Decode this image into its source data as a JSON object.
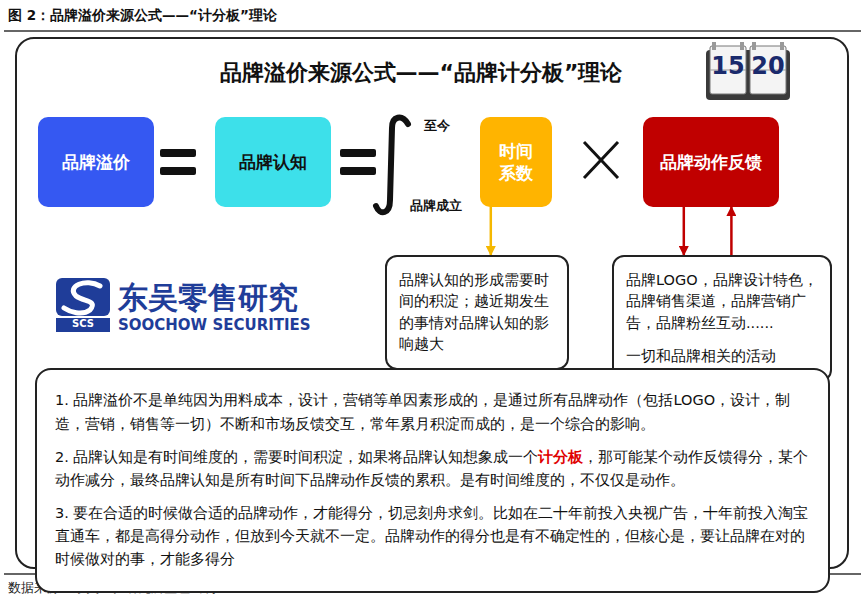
{
  "diagram": {
    "title": "品牌溢价来源公式——“品牌计分板”理论",
    "caption": "图 2：品牌溢价来源公式——“计分板”理论",
    "nodes": [
      {
        "text": [
          "品牌溢价"
        ]
      },
      {
        "text": [
          "品牌认知"
        ]
      },
      {
        "text": [
          "时间系数"
        ]
      },
      {
        "text": [
          "品牌动作反馈"
        ]
      },
      {
        "text": [
          "品牌认知的形成需要时间的积淀；越近期发生的事情对品牌认知的影响越大"
        ]
      },
      {
        "text": [
          "品牌LOGO，品牌设计特色，品牌销售渠道，品牌营销广告，品牌粉丝互动......",
          "一切和品牌相关的活动"
        ]
      },
      {
        "text": [
          "1. 品牌溢价不是单纯因为用料成本，设计，营销等单因素形成的，是通过所有品牌动作（包括LOGO，设计，制造，营销，销售等一切）不断和市场反馈交互，常年累月积淀而成的，是一个综合的影响。",
          "2. 品牌认知是有时间维度的，需要时间积淀，如果将品牌认知想象成一个",
          "计分板",
          "，那可能某个动作反馈得分，某个动作减分，最终品牌认知是所有时间下品牌动作反馈的累积。是有时间维度的，不仅仅是动作。",
          "3. 要在合适的时候做合适的品牌动作，才能得分，切忌刻舟求剑。比如在二十年前投入央视广告，十年前投入淘宝直通车，都是高得分动作，但放到今天就不一定。品牌动作的得分也是有不确定性的，但核心是，要让品牌在对的时候做对的事，才能多得分"
        ]
      }
    ],
    "edges": [
      {
        "from": 2,
        "to": 4,
        "arrow": "to"
      },
      {
        "from": 3,
        "to": 5,
        "arrow": "to"
      },
      {
        "from": 5,
        "to": 3,
        "arrow": "to"
      }
    ],
    "labels": [
      "至今",
      "品牌成立",
      "东吴零售研究",
      "SOOCHOW SECURITIES",
      "SCS",
      "15",
      "20",
      "数据来源：东吴证券研究所整理绘制"
    ]
  }
}
